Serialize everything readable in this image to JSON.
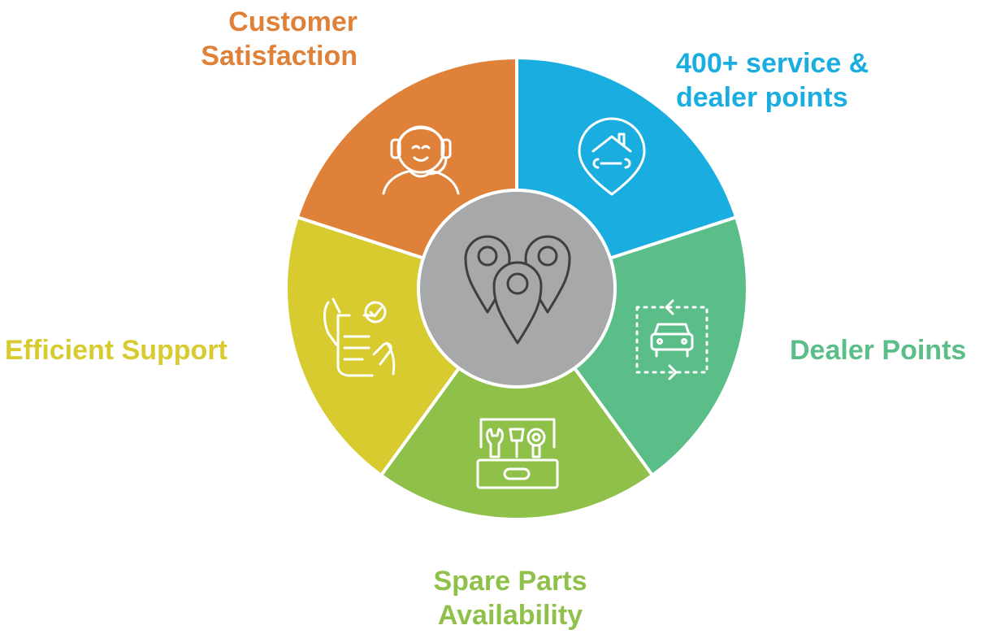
{
  "segments": [
    {
      "key": "customer-satisfaction",
      "lines": [
        "Customer",
        "Satisfaction"
      ],
      "color": "#DF8139",
      "icon": "customer-support-agent-icon"
    },
    {
      "key": "service-dealer-points",
      "lines": [
        "400+ service &",
        "dealer points"
      ],
      "color": "#1AADDF",
      "icon": "home-repair-location-pin-icon"
    },
    {
      "key": "dealer-points",
      "lines": [
        "Dealer Points"
      ],
      "color": "#5BBE88",
      "icon": "car-route-icon"
    },
    {
      "key": "spare-parts",
      "lines": [
        "Spare Parts",
        "Availability"
      ],
      "color": "#8FC04A",
      "icon": "toolbox-icon"
    },
    {
      "key": "efficient-support",
      "lines": [
        "Efficient Support"
      ],
      "color": "#D7CB2F",
      "icon": "checklist-document-icon"
    }
  ],
  "hub": {
    "color": "#A7A8AA",
    "icon": "location-pins-icon"
  }
}
